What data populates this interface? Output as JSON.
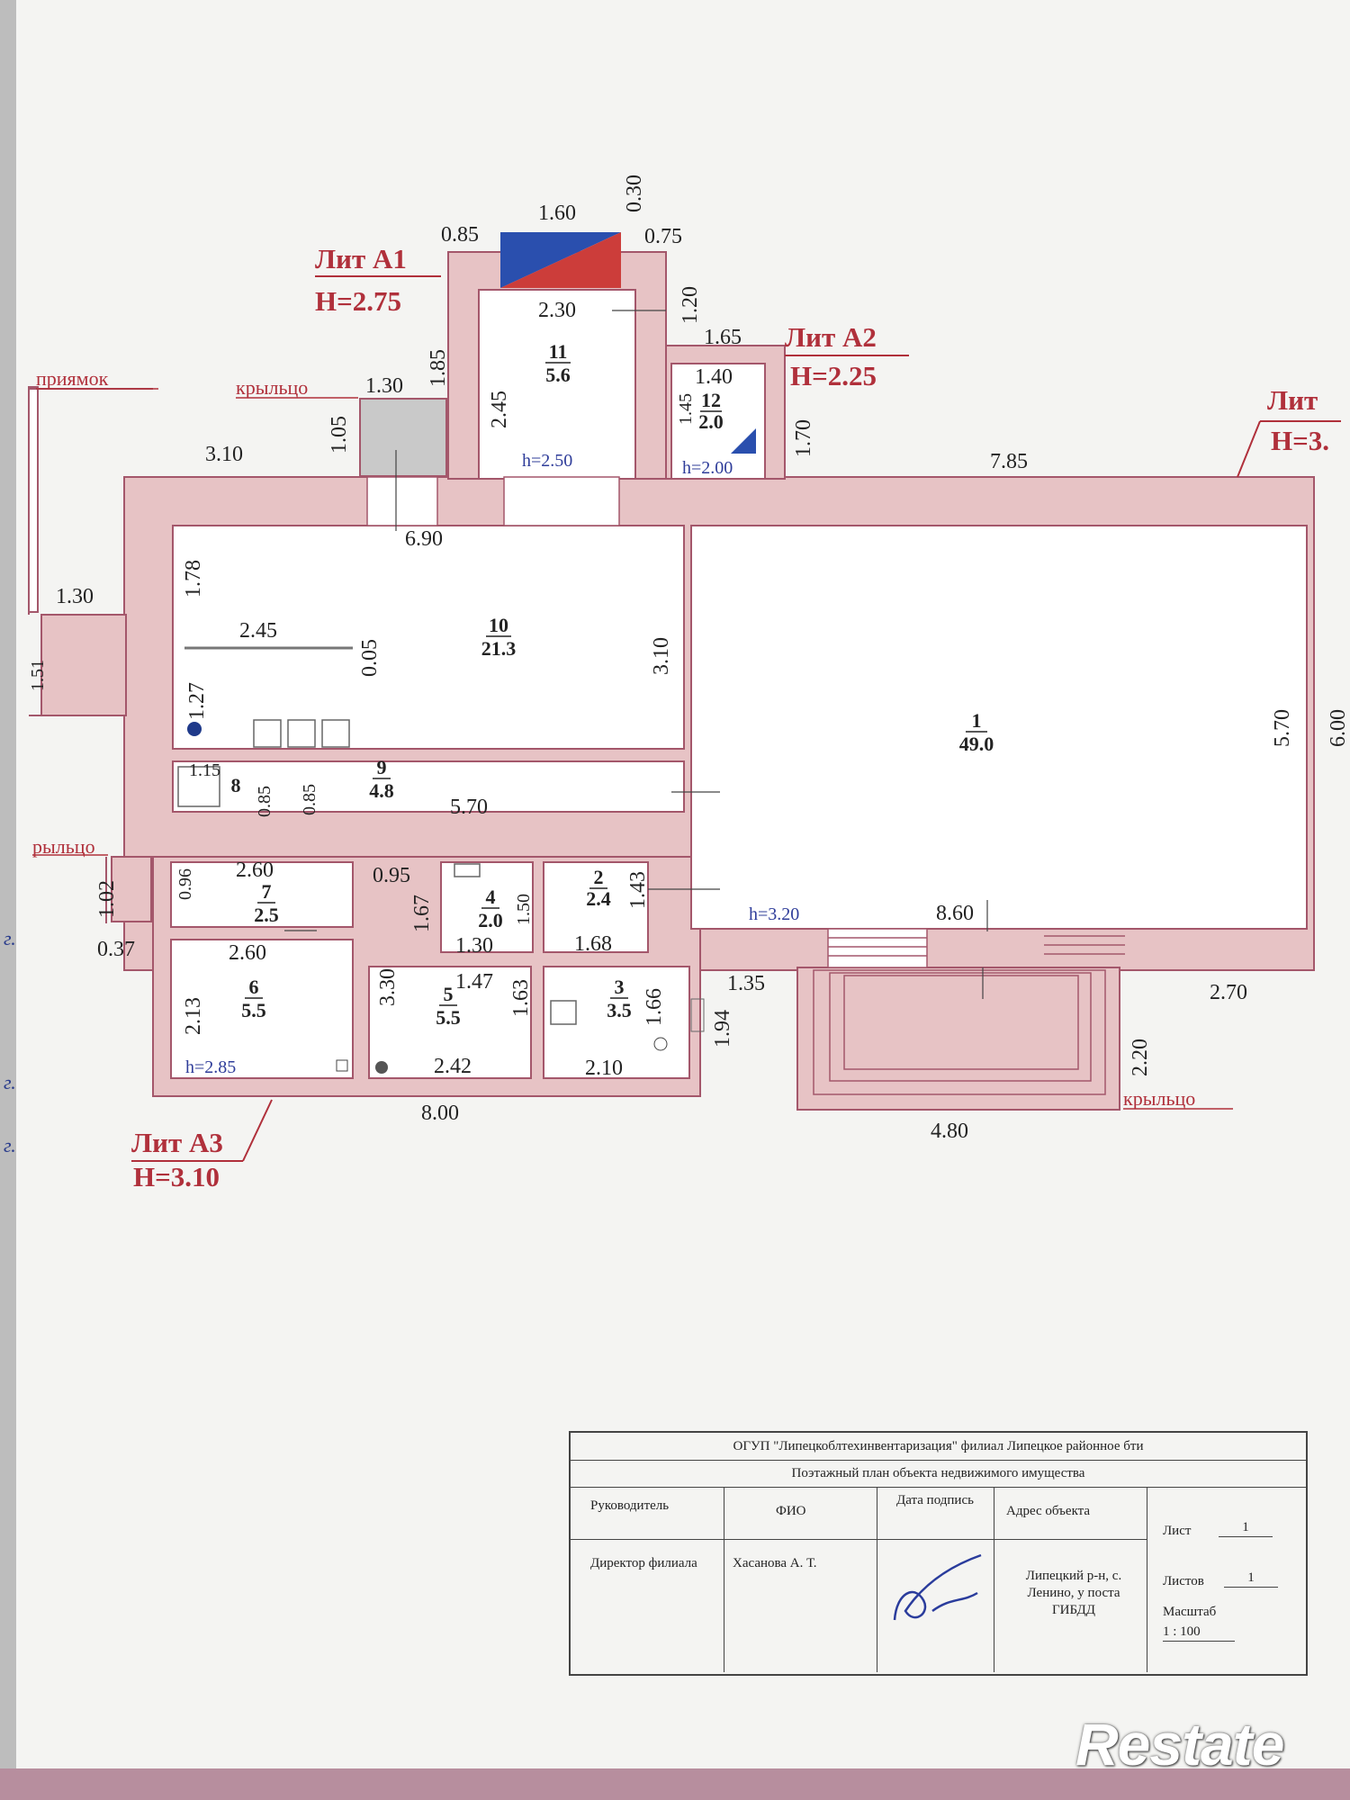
{
  "plan": {
    "lits": {
      "a1_name": "Лит А1",
      "a1_height": "H=2.75",
      "a2_name": "Лит А2",
      "a2_height": "H=2.25",
      "a3_name": "Лит А3",
      "a3_height": "H=3.10",
      "a_name": "Лит",
      "a_height": "H=3."
    },
    "labels": {
      "pit": "приямок",
      "porch_top": "крыльцо",
      "porch_left": "рыльцо",
      "porch_bottom": "крыльцо"
    },
    "rooms": [
      {
        "num": "1",
        "area": "49.0"
      },
      {
        "num": "2",
        "area": "2.4"
      },
      {
        "num": "3",
        "area": "3.5"
      },
      {
        "num": "4",
        "area": "2.0"
      },
      {
        "num": "5",
        "area": "5.5"
      },
      {
        "num": "6",
        "area": "5.5"
      },
      {
        "num": "7",
        "area": "2.5"
      },
      {
        "num": "8",
        "area": ""
      },
      {
        "num": "9",
        "area": "4.8"
      },
      {
        "num": "10",
        "area": "21.3"
      },
      {
        "num": "11",
        "area": "5.6"
      },
      {
        "num": "12",
        "area": "2.0"
      }
    ],
    "heights": {
      "h11": "h=2.50",
      "h12": "h=2.00",
      "h1": "h=3.20",
      "h6": "h=2.85"
    },
    "dims": {
      "d_085": "0.85",
      "d_160": "1.60",
      "d_030": "0.30",
      "d_075": "0.75",
      "d_120": "1.20",
      "d_230": "2.30",
      "d_185": "1.85",
      "d_245": "2.45",
      "d_165": "1.65",
      "d_140": "1.40",
      "d_145": "1.45",
      "d_170": "1.70",
      "d_130a": "1.30",
      "d_105": "1.05",
      "d_310a": "3.10",
      "d_785": "7.85",
      "d_690": "6.90",
      "d_178": "1.78",
      "d_130b": "1.30",
      "d_245b": "2.45",
      "d_005": "0.05",
      "d_310b": "3.10",
      "d_127": "1.27",
      "d_151": "1.51",
      "d_570a": "5.70",
      "d_600": "6.00",
      "d_115": "1.15",
      "d_085b": "0.85",
      "d_085c": "0.85",
      "d_570b": "5.70",
      "d_260a": "2.60",
      "d_095": "0.95",
      "d_096": "0.96",
      "d_102": "1.02",
      "d_037": "0.37",
      "d_167": "1.67",
      "d_150": "1.50",
      "d_143": "1.43",
      "d_860": "8.60",
      "d_260b": "2.60",
      "d_130c": "1.30",
      "d_168": "1.68",
      "d_147": "1.47",
      "d_135": "1.35",
      "d_270": "2.70",
      "d_213": "2.13",
      "d_330": "3.30",
      "d_163": "1.63",
      "d_166": "1.66",
      "d_194": "1.94",
      "d_242": "2.42",
      "d_210": "2.10",
      "d_220": "2.20",
      "d_800": "8.00",
      "d_480": "4.80"
    },
    "margin_marks": {
      "m1": "г.",
      "m2": "г.",
      "m3": "г."
    }
  },
  "title_block": {
    "org": "ОГУП \"Липецкоблтехинвентаризация\" филиал Липецкое районное бти",
    "doc_title": "Поэтажный план объекта недвижимого имущества",
    "headers": {
      "head": "Руководитель",
      "fio": "ФИО",
      "date_sig": "Дата подпись",
      "address": "Адрес объекта"
    },
    "position": "Директор филиала",
    "name": "Хасанова А. Т.",
    "address_value": "Липецкий р-н, с. Ленино, у поста ГИБДД",
    "sheet_label": "Лист",
    "sheet_value": "1",
    "sheets_label": "Листов",
    "sheets_value": "1",
    "scale_label": "Масштаб",
    "scale_value": "1 : 100"
  },
  "colors": {
    "wall_fill": "#e7c3c5",
    "wall_stroke": "#a4576b",
    "lit_label": "#b0303b",
    "room_text": "#222222",
    "height_text": "#2f3d9a",
    "blue_tri": "#2a4fae",
    "red_tri": "#cc3d3a"
  },
  "watermark": "Restate"
}
